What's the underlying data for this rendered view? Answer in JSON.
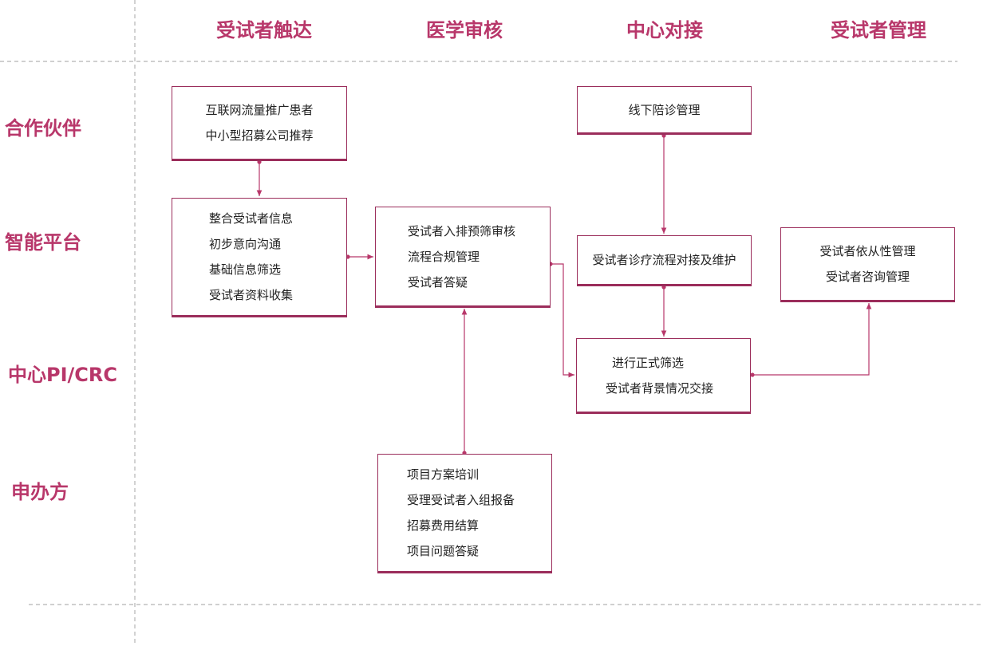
{
  "columns": {
    "reach": "受试者触达",
    "review": "医学审核",
    "site": "中心对接",
    "management": "受试者管理"
  },
  "rows": {
    "partner": "合作伙伴",
    "platform": "智能平台",
    "site_pi": "中心PI/CRC",
    "sponsor": "申办方"
  },
  "boxes": {
    "partner_reach": [
      "互联网流量推广患者",
      "中小型招募公司推荐"
    ],
    "platform_reach": [
      "整合受试者信息",
      "初步意向沟通",
      "基础信息筛选",
      "受试者资料收集"
    ],
    "platform_review": [
      "受试者入排预筛审核",
      "流程合规管理",
      "受试者答疑"
    ],
    "sponsor_review": [
      "项目方案培训",
      "受理受试者入组报备",
      "招募费用结算",
      "项目问题答疑"
    ],
    "partner_site": [
      "线下陪诊管理"
    ],
    "platform_site": [
      "受试者诊疗流程对接及维护"
    ],
    "pi_site": [
      "进行正式筛选",
      "受试者背景情况交接"
    ],
    "platform_management": [
      "受试者依从性管理",
      "受试者咨询管理"
    ]
  },
  "colors": {
    "accent": "#b8376a",
    "border": "#9b2d5b",
    "divider": "#b5b5b5"
  }
}
